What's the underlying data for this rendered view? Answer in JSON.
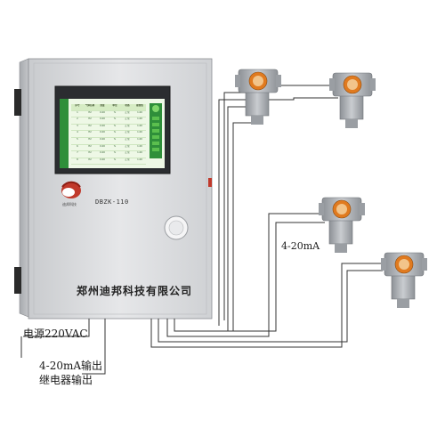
{
  "controller": {
    "model": "DBZK-110",
    "company": "郑州迪邦科技有限公司",
    "brand_caption": "迪邦科技"
  },
  "labels": {
    "power": "电源220VAC",
    "output_analog": "4-20mA输出",
    "output_relay": "继电器输出",
    "signal": "4-20mA"
  },
  "screen": {
    "headers": [
      "序号",
      "气体名称",
      "浓度",
      "单位",
      "状态",
      "报警值"
    ],
    "rows": [
      [
        "1",
        "H2",
        "0.00",
        "%",
        "正常",
        "1.00"
      ],
      [
        "2",
        "H2",
        "0.00",
        "%",
        "正常",
        "1.00"
      ],
      [
        "3",
        "H2",
        "0.00",
        "%",
        "正常",
        "1.00"
      ],
      [
        "4",
        "H2",
        "0.00",
        "%",
        "正常",
        "1.00"
      ],
      [
        "5",
        "H2",
        "0.00",
        "%",
        "正常",
        "1.00"
      ],
      [
        "6",
        "H2",
        "0.00",
        "%",
        "正常",
        "1.00"
      ],
      [
        "7",
        "H2",
        "0.00",
        "%",
        "正常",
        "1.00"
      ],
      [
        "8",
        "H2",
        "0.00",
        "%",
        "正常",
        "1.00"
      ]
    ]
  },
  "colors": {
    "cabinet": "#d9dadc",
    "screen": "#eef8e6",
    "screen_accent": "#2f8f3a",
    "sensor_body": "#a9adb1",
    "sensor_ring": "#e07a1f",
    "wire": "#333333"
  }
}
